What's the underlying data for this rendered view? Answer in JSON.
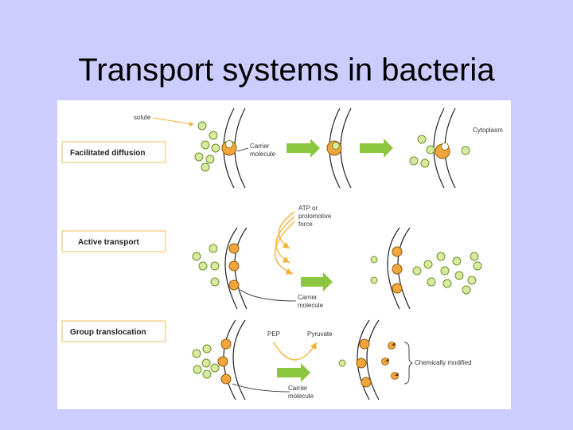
{
  "slide": {
    "title": "Transport systems in bacteria"
  },
  "panels": {
    "facilitated": {
      "label": "Facilitated diffusion",
      "solute": "solute",
      "carrier": [
        "Carrier",
        "molecule"
      ],
      "cytoplasm": "Cytoplasm"
    },
    "active": {
      "label": "Active transport",
      "energy": [
        "ATP or",
        "prolomotive",
        "force"
      ],
      "carrier": [
        "Carrier",
        "molecule"
      ]
    },
    "group": {
      "label": "Group translocation",
      "pep": "PEP",
      "pyruvate": "Pyruvate",
      "modified": "Chemically modified",
      "carrier": [
        "Carrier",
        "molecule"
      ]
    }
  },
  "colors": {
    "background": "#ccccff",
    "solute": "#d6eaa0",
    "solute_stroke": "#6f8f2a",
    "carrier": "#f2a53a",
    "arrow": "#8cc63f",
    "label_border": "#f0c878",
    "energy_arrow": "#f2b23a"
  }
}
